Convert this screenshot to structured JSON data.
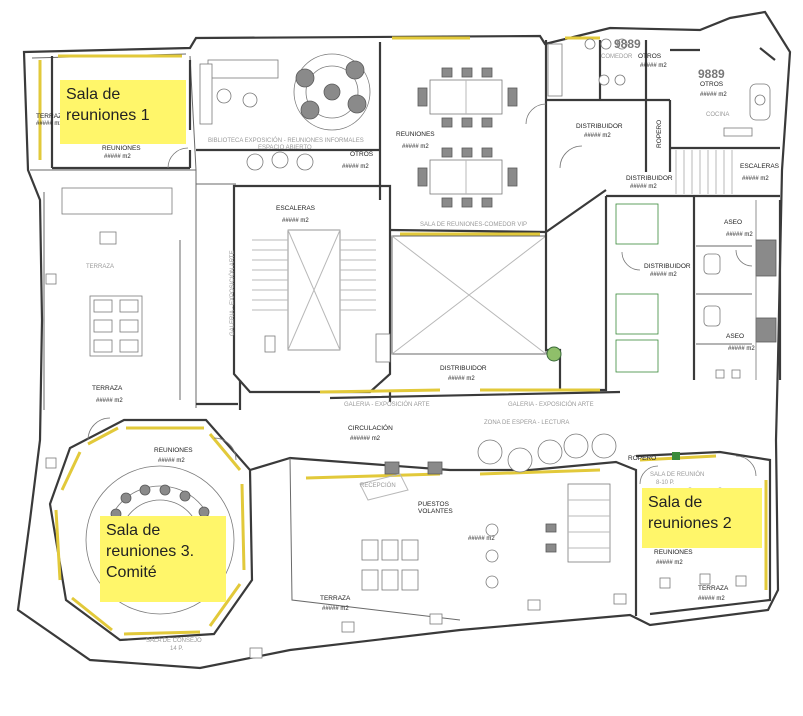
{
  "callouts": {
    "sala1": "Sala de reuniones 1",
    "sala2": "Sala de reuniones 2",
    "sala3": "Sala de reuniones 3. Comité"
  },
  "rooms": {
    "terraza_nw": "TERRAZA",
    "reuniones_nw": "REUNIONES",
    "biblioteca": "BIBLIOTECA EXPOSICIÓN - REUNIONES INFORMALES",
    "espacio_abierto": "ESPACIO ABIERTO",
    "otros_center": "OTROS",
    "reuniones_vip": "REUNIONES",
    "sala_vip": "SALA DE REUNIONES-COMEDOR VIP",
    "distribuidor_n": "DISTRIBUIDOR",
    "ropero_n": "ROPERO",
    "comedor": "COMEDOR",
    "otros_ne1": "OTROS",
    "otros_ne2": "OTROS",
    "cocina": "COCINA",
    "escaleras_e": "ESCALERAS",
    "distribuidor_ne": "DISTRIBUIDOR",
    "aseo1": "ASEO",
    "distribuidor_e": "DISTRIBUIDOR",
    "aseo2": "ASEO",
    "escaleras_c": "ESCALERAS",
    "galeria_v": "GALERIA - EXPOSICIÓN ARTE",
    "terraza_w": "TERRAZA",
    "terraza_w2": "TERRAZA",
    "distribuidor_c": "DISTRIBUIDOR",
    "galeria_h1": "GALERIA - EXPOSICIÓN ARTE",
    "galeria_h2": "GALERIA - EXPOSICIÓN ARTE",
    "circulacion": "CIRCULACIÓN",
    "zona_espera": "ZONA DE ESPERA - LECTURA",
    "reuniones_sw": "REUNIONES",
    "recepcion": "RECEPCIÓN",
    "puestos": "PUESTOS",
    "volantes": "VOLANTES",
    "ropero_se": "ROPERO",
    "sala_reunion": "SALA DE REUNIÓN",
    "sala_reunion_cap": "8-10 P.",
    "reuniones_se": "REUNIONES",
    "terraza_se": "TERRAZA",
    "terraza_s": "TERRAZA",
    "sala_consejo": "SALA DE CONSEJO",
    "sala_consejo_cap": "14 P."
  },
  "areas": {
    "placeholder": "##### m2",
    "placeholder6": "###### m2"
  },
  "codes": {
    "c1": "9889",
    "c2": "9889"
  },
  "colors": {
    "callout": "#fff66a",
    "window": "#e2c93a",
    "wall": "#3a3a3a",
    "elevator": "#3a8a3a"
  }
}
